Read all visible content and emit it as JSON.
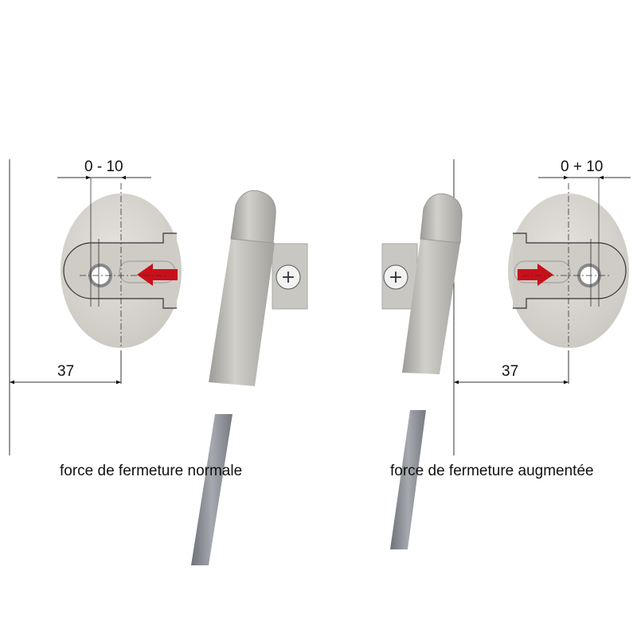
{
  "left_panel": {
    "adjust_range": "0 - 10",
    "distance": "37",
    "caption": "force de fermeture normale",
    "arrow_direction": "left"
  },
  "right_panel": {
    "adjust_range": "0 + 10",
    "distance": "37",
    "caption": "force de fermeture augmentée",
    "arrow_direction": "right"
  },
  "colors": {
    "arrow": "#c8101a",
    "plate": "#d9d6d1",
    "body": "#bdbbb5",
    "rod": "#8e9298"
  }
}
